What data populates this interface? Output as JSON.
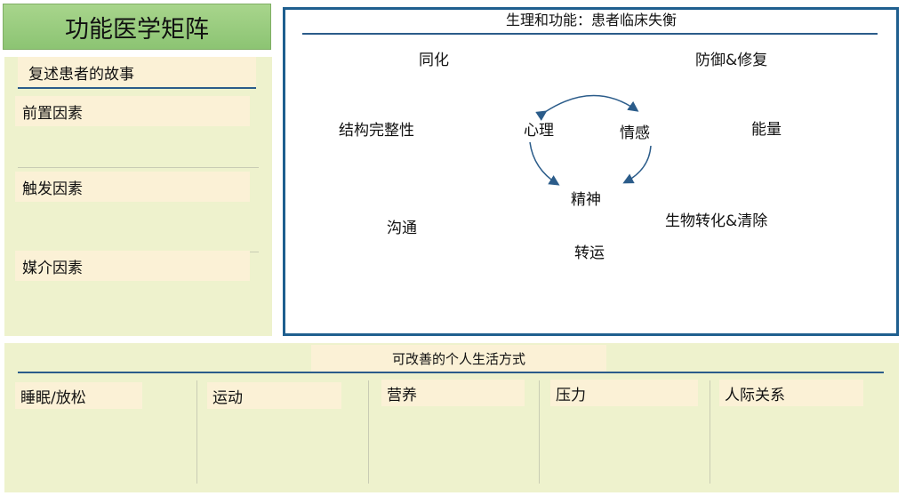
{
  "title": "功能医学矩阵",
  "story": {
    "header": "复述患者的故事",
    "items": [
      "前置因素",
      "触发因素",
      "媒介因素"
    ]
  },
  "physiology": {
    "title": "生理和功能：患者临床失衡",
    "nodes": {
      "assimilation": "同化",
      "defense": "防御&修复",
      "structural": "结构完整性",
      "mental": "心理",
      "emotional": "情感",
      "energy": "能量",
      "spiritual": "精神",
      "communication": "沟通",
      "biotransformation": "生物转化&清除",
      "transport": "转运"
    }
  },
  "lifestyle": {
    "title": "可改善的个人生活方式",
    "items": [
      "睡眠/放松",
      "运动",
      "营养",
      "压力",
      "人际关系"
    ]
  },
  "colors": {
    "banner": "#a8d58c",
    "panel": "#eef2cd",
    "label_box": "#fbf1d6",
    "frame": "#1f5f8f"
  }
}
